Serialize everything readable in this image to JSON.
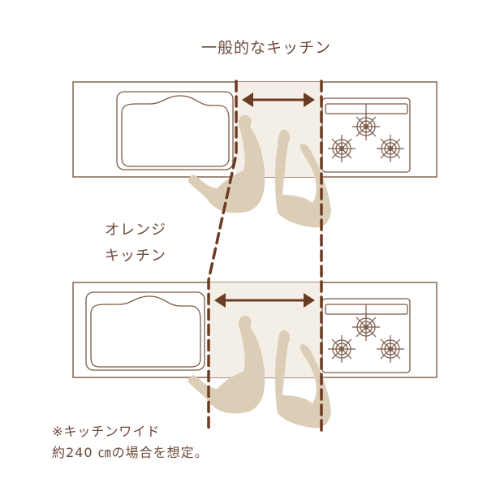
{
  "title": "一般的なキッチン",
  "orange_label": [
    "オレンジ",
    "キッチン"
  ],
  "note": [
    "※キッチンワイド",
    "約240 ㎝の場合を想定。"
  ],
  "colors": {
    "text": "#6b4a3a",
    "line": "#7b5a48",
    "dash": "#6b3b24",
    "aisle": "#f4efe6",
    "person": "#dccdb6"
  }
}
